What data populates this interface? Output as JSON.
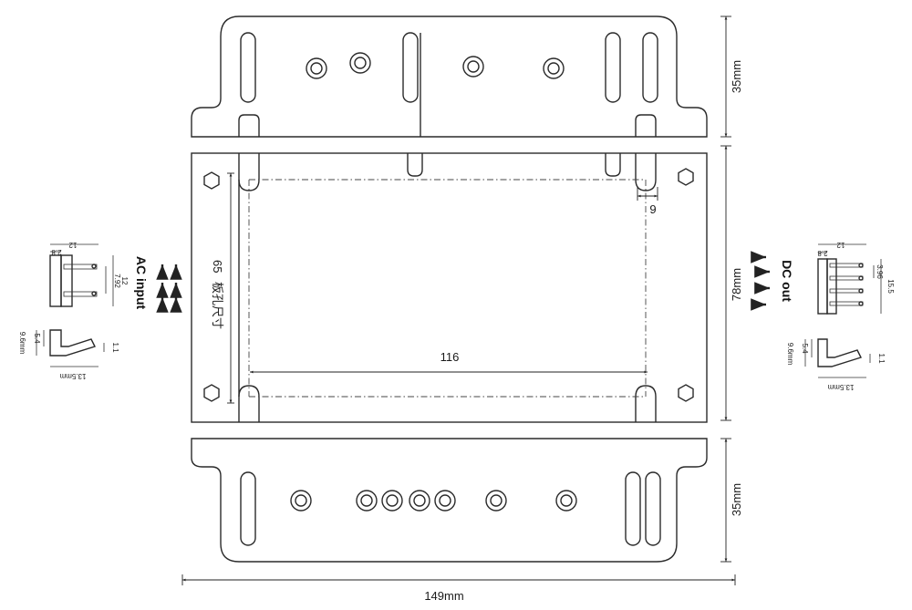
{
  "dimensions": {
    "top_bracket_height": "35mm",
    "frame_height": "78mm",
    "bottom_bracket_height": "35mm",
    "total_width": "149mm",
    "hole_span_width": "116",
    "hole_span_height": "65",
    "hole_label_cn": "板孔尺寸",
    "slot_width": "9"
  },
  "ac_input": {
    "title": "AC input",
    "dims": [
      "12",
      "2.8",
      "12",
      "7.92",
      "5.4",
      "9.6mm",
      "1.1",
      "13.5mm"
    ]
  },
  "dc_out": {
    "title": "DC out",
    "dims": [
      "12",
      "2.8",
      "3.96",
      "15.5",
      "5.4",
      "9.6mm",
      "1.1",
      "13.5mm"
    ]
  }
}
